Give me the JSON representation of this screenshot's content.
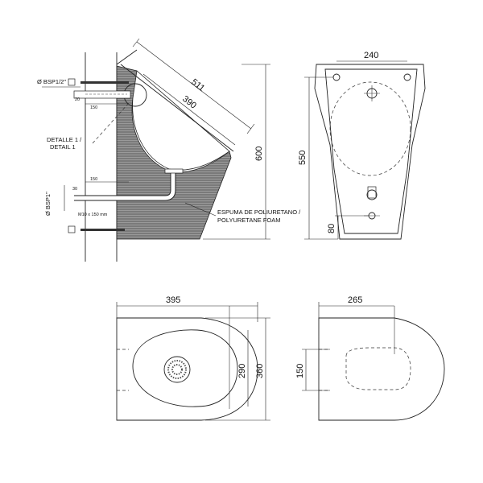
{
  "side_view": {
    "dims": {
      "d511": "511",
      "d390": "390",
      "d600": "600",
      "d150a": "150",
      "d150b": "150",
      "d20": "20",
      "d30": "30"
    },
    "labels": {
      "bsp_half": "Ø BSP1/2\"",
      "bsp_one": "Ø BSP1\"",
      "detail_es": "DETALLE 1 /",
      "detail_en": "DETAIL 1",
      "foam_es": "ESPUMA DE POLIURETANO /",
      "foam_en": "POLYURETANE FOAM",
      "bolt": "M10 x 150 mm"
    }
  },
  "front_view": {
    "dims": {
      "d240": "240",
      "d550": "550",
      "d80": "80"
    }
  },
  "top_view": {
    "dims": {
      "d395": "395",
      "d290": "290",
      "d360": "360"
    }
  },
  "rear_view": {
    "dims": {
      "d265": "265",
      "d150": "150"
    }
  },
  "colors": {
    "line": "#222222",
    "foam": "#6f6f6f",
    "background": "#ffffff"
  }
}
